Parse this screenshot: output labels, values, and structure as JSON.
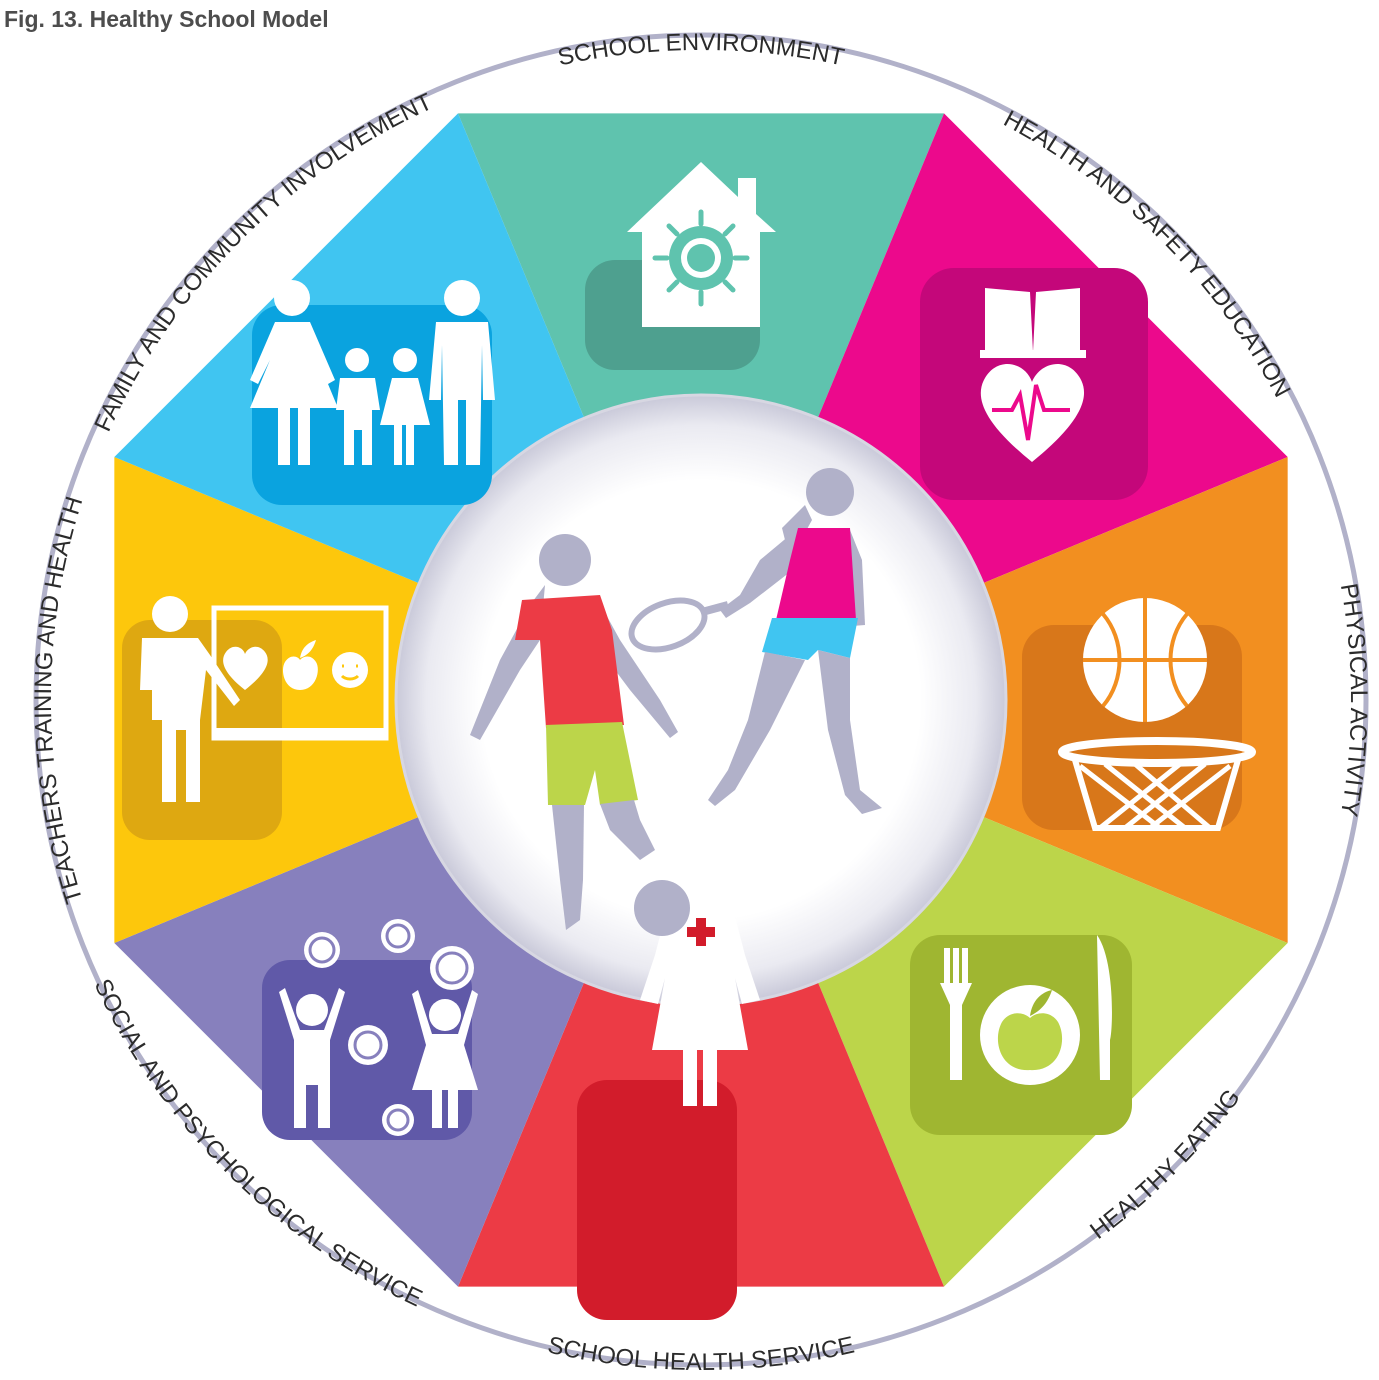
{
  "figure_title": "Fig. 13. Healthy School Model",
  "segments": [
    {
      "label": "SCHOOL ENVIRONMENT",
      "color": "#5fc3ae",
      "shade": "#4ea08f",
      "icon": "house-sun-icon"
    },
    {
      "label": "HEALTH AND SAFETY EDUCATION",
      "color": "#ec098c",
      "shade": "#c4077a",
      "icon": "book-heart-icon"
    },
    {
      "label": "PHYSICAL ACTIVITY",
      "color": "#f28f20",
      "shade": "#d8771a",
      "icon": "basketball-hoop-icon"
    },
    {
      "label": "HEALTHY EATING",
      "color": "#bcd54a",
      "shade": "#9fb631",
      "icon": "plate-apple-icon"
    },
    {
      "label": "SCHOOL HEALTH SERVICE",
      "color": "#ec3b45",
      "shade": "#d21c2b",
      "icon": "nurse-icon"
    },
    {
      "label": "SOCIAL AND PSYCHOLOGICAL SERVICE",
      "color": "#8780bd",
      "shade": "#6059a8",
      "icon": "happy-children-icon"
    },
    {
      "label": "TEACHERS TRAINING AND HEALTH",
      "color": "#fdc70c",
      "shade": "#dea811",
      "icon": "teacher-board-icon"
    },
    {
      "label": "FAMILY AND COMMUNITY INVOLVEMENT",
      "color": "#40c5f1",
      "shade": "#0aa3df",
      "icon": "family-icon"
    }
  ],
  "center": {
    "icon": "children-playing-sports-icon",
    "figure_color": "#b1b1c9"
  },
  "ring_color": "#b1b1c9"
}
